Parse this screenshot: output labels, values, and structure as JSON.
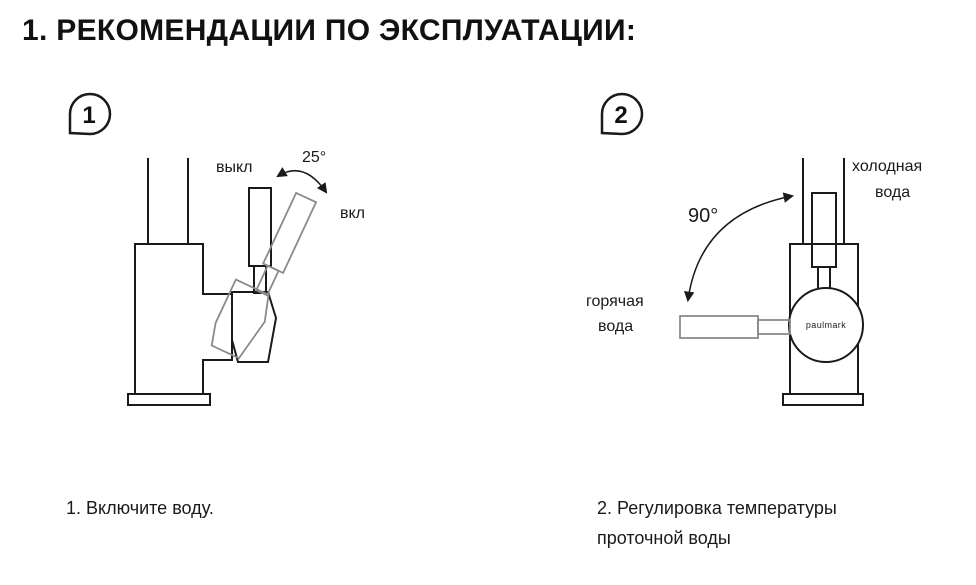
{
  "title": "1. РЕКОМЕНДАЦИИ ПО ЭКСПЛУАТАЦИИ:",
  "steps": [
    {
      "number": "1",
      "labels": {
        "off": "выкл",
        "on": "вкл",
        "angle": "25°"
      },
      "caption": [
        "1. Включите воду."
      ]
    },
    {
      "number": "2",
      "labels": {
        "cold": [
          "холодная",
          "вода"
        ],
        "hot": [
          "горячая",
          "вода"
        ],
        "angle": "90°"
      },
      "logo": "paulmark",
      "caption": [
        "2. Регулировка температуры",
        "проточной воды"
      ]
    }
  ],
  "colors": {
    "line": "#1a1a1a",
    "rotated_handle": "#8a8a8a",
    "background": "#ffffff"
  }
}
